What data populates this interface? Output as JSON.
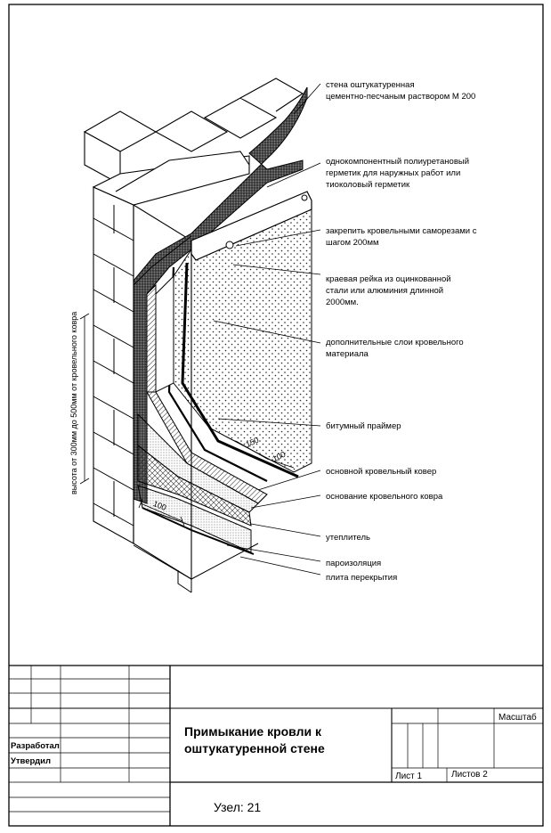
{
  "labels": [
    {
      "id": "wall",
      "lines": [
        "стена оштукатуренная",
        "цементно-песчаным раствором М 200"
      ]
    },
    {
      "id": "sealant",
      "lines": [
        "однокомпонентный  полиуретановый",
        "герметик  для наружных работ  или",
        "тиоколовый герметик"
      ]
    },
    {
      "id": "screws",
      "lines": [
        "закрепить кровельными саморезами с",
        "шагом 200мм"
      ]
    },
    {
      "id": "rail",
      "lines": [
        "краевая рейка из оцинкованной",
        "стали или алюминия длинной",
        "2000мм."
      ]
    },
    {
      "id": "extra-layers",
      "lines": [
        "дополнительные слои кровельного",
        "материала"
      ]
    },
    {
      "id": "primer",
      "lines": [
        "битумный праймер"
      ]
    },
    {
      "id": "main-carpet",
      "lines": [
        "основной кровельный ковер"
      ]
    },
    {
      "id": "carpet-base",
      "lines": [
        "основание кровельного ковра"
      ]
    },
    {
      "id": "insulation",
      "lines": [
        "утеплитель"
      ]
    },
    {
      "id": "vapor",
      "lines": [
        "пароизоляция"
      ]
    },
    {
      "id": "slab",
      "lines": [
        "плита перекрытия"
      ]
    }
  ],
  "dimensions": {
    "height_text": "высота от 300мм до 500мм  от кровельного ковра",
    "d100_bottom": "100",
    "d150": "150",
    "d100_right": "100"
  },
  "title_block": {
    "title_line1": "Примыкание кровли к",
    "title_line2": "оштукатуренной стене",
    "developed": "Разработал",
    "approved": "Утвердил",
    "scale": "Масштаб",
    "sheet": "Лист 1",
    "sheets": "Листов 2",
    "node": "Узел: 21"
  }
}
